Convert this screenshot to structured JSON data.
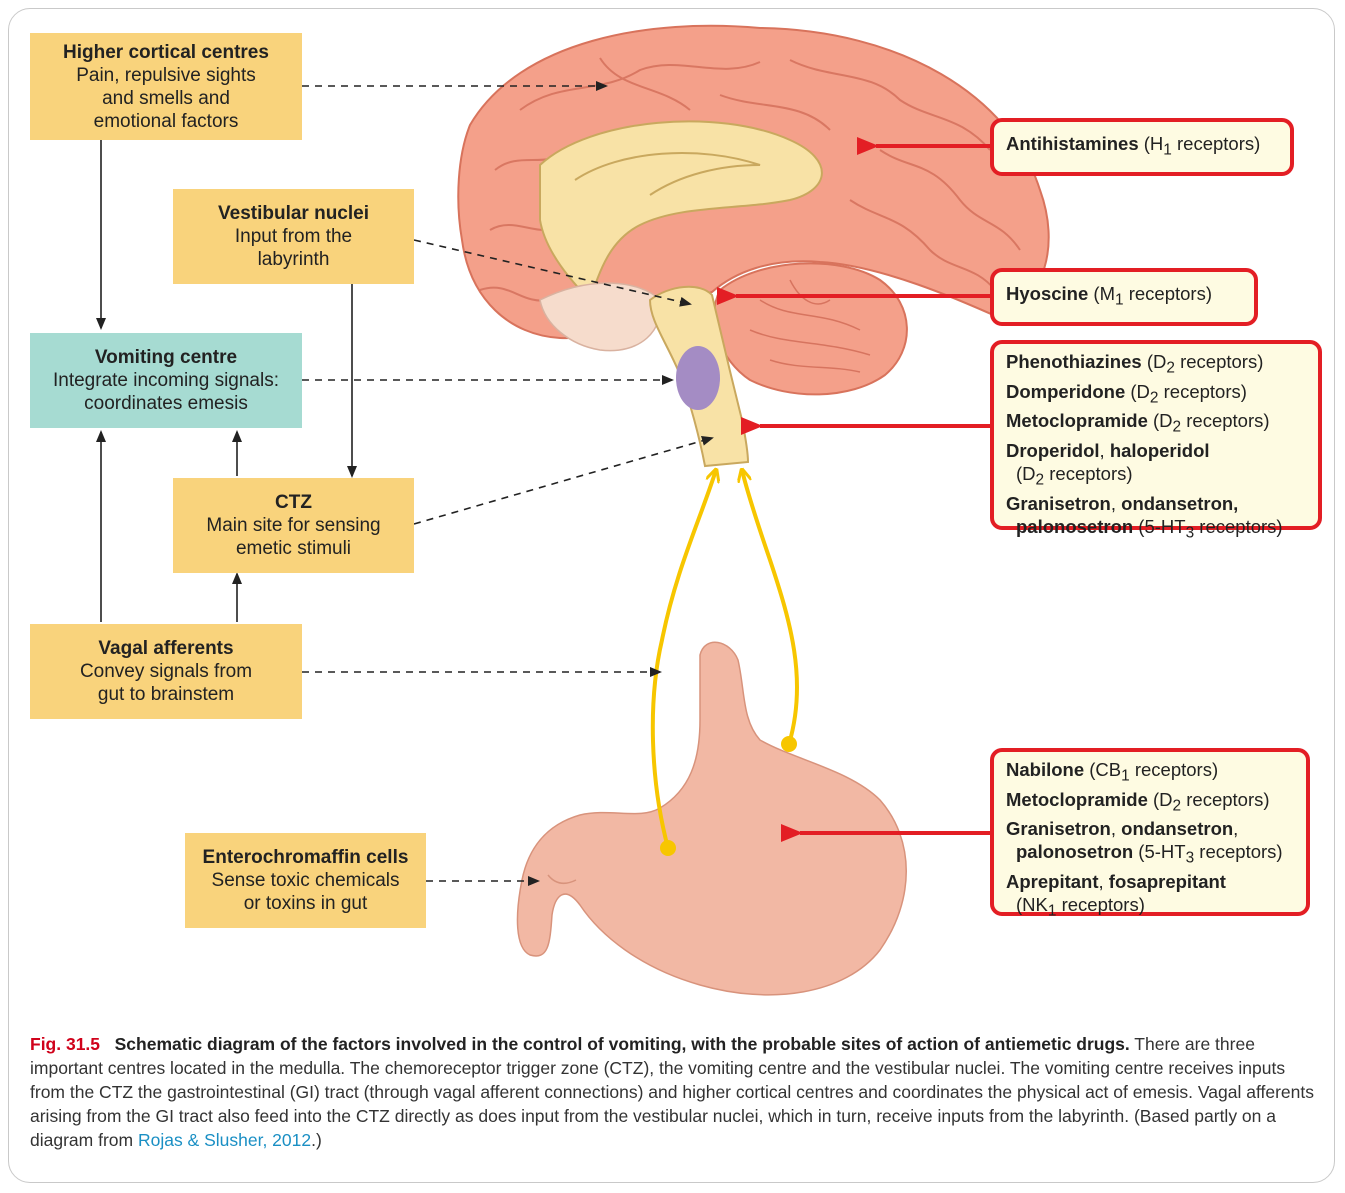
{
  "boxes": {
    "higher": {
      "title": "Higher cortical centres",
      "l1": "Pain, repulsive sights",
      "l2": "and smells and",
      "l3": "emotional factors"
    },
    "vestibular": {
      "title": "Vestibular nuclei",
      "l1": "Input from the",
      "l2": "labyrinth"
    },
    "vomiting": {
      "title": "Vomiting centre",
      "l1": "Integrate incoming signals:",
      "l2": "coordinates emesis"
    },
    "ctz": {
      "title": "CTZ",
      "l1": "Main site for sensing",
      "l2": "emetic stimuli"
    },
    "vagal": {
      "title": "Vagal afferents",
      "l1": "Convey signals from",
      "l2": "gut to brainstem"
    },
    "entero": {
      "title": "Enterochromaffin cells",
      "l1": "Sense toxic chemicals",
      "l2": "or toxins in gut"
    }
  },
  "drugs": {
    "antihist": {
      "name": "Antihistamines",
      "rec_open": " (H",
      "sub": "1",
      "rec_close": " receptors)"
    },
    "hyoscine": {
      "name": "Hyoscine",
      "rec_open": " (M",
      "sub": "1",
      "rec_close": " receptors)"
    },
    "brainstem": [
      {
        "name": "Phenothiazines",
        "rec_open": " (D",
        "sub": "2",
        "rec_close": " receptors)"
      },
      {
        "name": "Domperidone",
        "rec_open": " (D",
        "sub": "2",
        "rec_close": " receptors)"
      },
      {
        "name": "Metoclopramide",
        "rec_open": " (D",
        "sub": "2",
        "rec_close": " receptors)"
      }
    ],
    "droperidol": {
      "name1": "Droperidol",
      "sep": ", ",
      "name2": "haloperidol",
      "rec_open": "(D",
      "sub": "2",
      "rec_close": " receptors)"
    },
    "granisetron": {
      "name1": "Granisetron",
      "sep": ", ",
      "name2": "ondansetron,",
      "name3": "palonosetron",
      "rec_open": " (5-HT",
      "sub": "3",
      "rec_close": " receptors)"
    },
    "gut": {
      "nabilone": {
        "name": "Nabilone",
        "rec_open": " (CB",
        "sub": "1",
        "rec_close": " receptors)"
      },
      "metoclopramide": {
        "name": "Metoclopramide",
        "rec_open": " (D",
        "sub": "2",
        "rec_close": " receptors)"
      },
      "granisetron": {
        "name1": "Granisetron",
        "sep": ", ",
        "name2": "ondansetron",
        "tail": ",",
        "name3": "palonosetron",
        "rec_open": " (5-HT",
        "sub": "3",
        "rec_close": " receptors)"
      },
      "aprepitant": {
        "name1": "Aprepitant",
        "sep": ", ",
        "name2": "fosaprepitant",
        "rec_open": "(NK",
        "sub": "1",
        "rec_close": " receptors)"
      }
    }
  },
  "caption": {
    "fig": "Fig. 31.5",
    "title": "Schematic diagram of the factors involved in the control of vomiting, with the probable sites of action of antiemetic drugs.",
    "body": " There are three important centres located in the medulla. The chemoreceptor trigger zone (CTZ), the vomiting centre and the vestibular nuclei. The vomiting centre receives inputs from the CTZ  the gastrointestinal (GI) tract (through vagal afferent connections) and higher cortical centres and coordinates the physical act of emesis. Vagal afferents arising from the GI tract also feed into the CTZ directly as does input from the vestibular nuclei, which in turn, receive inputs from the labyrinth. (Based partly on a diagram from ",
    "ref": "Rojas & Slusher, 2012",
    "end": ".)"
  },
  "colors": {
    "box": "#f9d37c",
    "vomiting_box": "#a6dbd2",
    "drug_border": "#e31e24",
    "drug_fill": "#fefbe2",
    "brain": "#f4a08a",
    "brainstem": "#f8e2a6",
    "stomach": "#f2b8a4",
    "nerve": "#f7c600",
    "medulla_spot": "#a48cc4"
  }
}
